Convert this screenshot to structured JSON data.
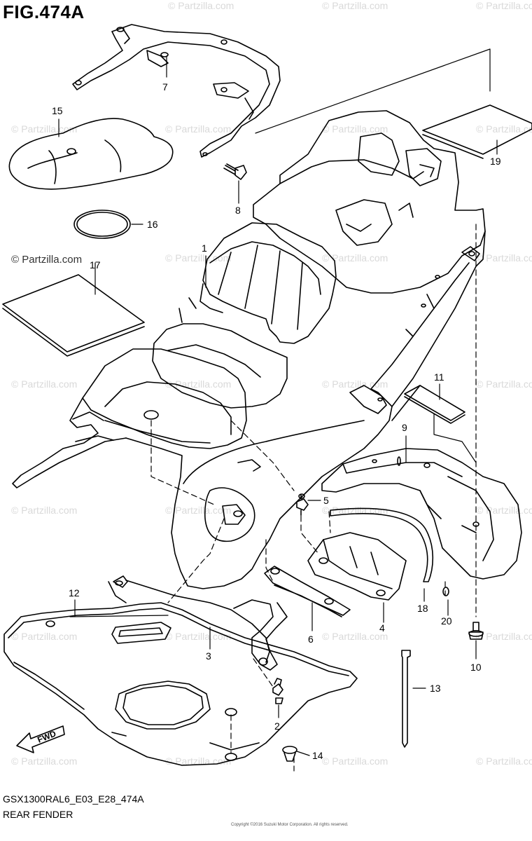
{
  "figure_title": "FIG.474A",
  "footer": {
    "code": "GSX1300RAL6_E03_E28_474A",
    "name": "REAR FENDER",
    "fine_print": "Copyright ©2016 Suzuki Motor Corporation. All rights reserved."
  },
  "watermark_text": "© Partzilla.com",
  "direction_label": "FWD",
  "callouts": [
    "1",
    "2",
    "3",
    "4",
    "5",
    "6",
    "7",
    "8",
    "9",
    "10",
    "11",
    "12",
    "13",
    "14",
    "15",
    "16",
    "17",
    "18",
    "19",
    "20"
  ]
}
